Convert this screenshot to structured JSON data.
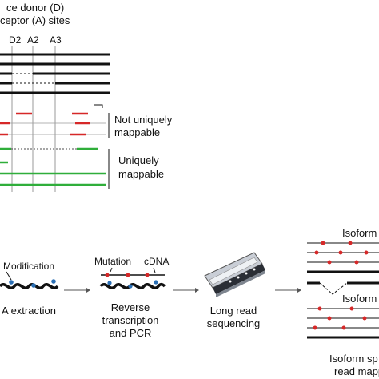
{
  "header": {
    "line1": "ce donor (D)",
    "line2": "ceptor (A) sites"
  },
  "site_labels": [
    "D2",
    "A2",
    "A3"
  ],
  "annotations": {
    "not_uniquely_line1": "Not uniquely",
    "not_uniquely_line2": "mappable",
    "uniquely_line1": "Uniquely",
    "uniquely_line2": "mappable"
  },
  "workflow": {
    "modification": "Modification",
    "extraction": "A extraction",
    "mutation": "Mutation",
    "cdna": "cDNA",
    "rt_line1": "Reverse",
    "rt_line2": "transcription",
    "rt_line3": "and PCR",
    "lr_line1": "Long read",
    "lr_line2": "sequencing",
    "isoform_a": "Isoform",
    "isoform_b": "Isoform",
    "isoform_sp_line1": "Isoform sp",
    "isoform_sp_line2": "read mapp"
  },
  "colors": {
    "black": "#111111",
    "red": "#d62828",
    "green": "#2fae3a",
    "blue": "#2a6fb5",
    "grey": "#9a9a9a",
    "arrow": "#555555"
  }
}
